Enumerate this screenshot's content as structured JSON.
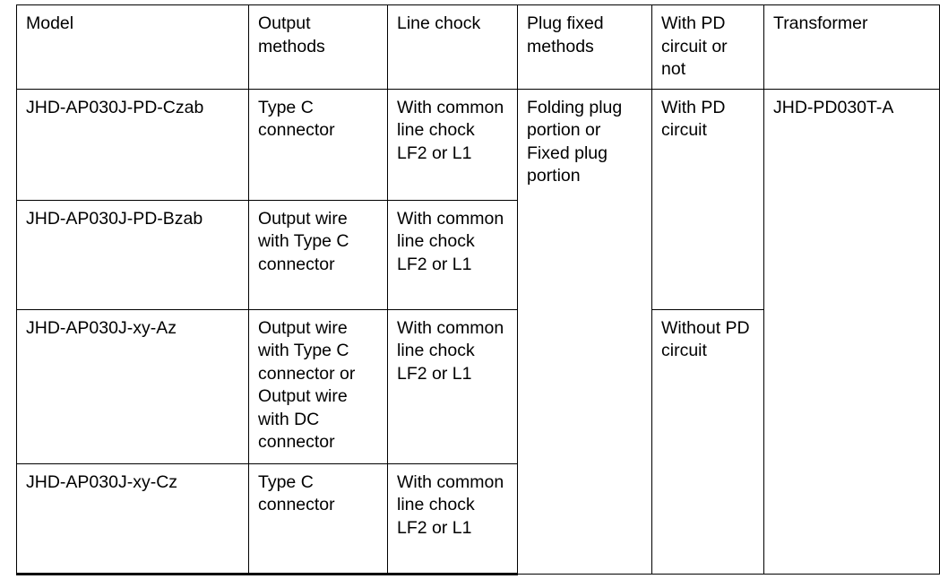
{
  "table": {
    "headers": [
      "Model",
      "Output methods",
      "Line chock",
      "Plug fixed methods",
      "With PD circuit or not",
      "Transformer"
    ],
    "rows": [
      {
        "model": "JHD-AP030J-PD-Czab",
        "output_methods": "Type C connector",
        "line_chock": "With common line chock LF2 or L1",
        "plug_fixed_methods": "Folding plug portion or Fixed plug portion",
        "pd_circuit": "With PD circuit",
        "transformer": "JHD-PD030T-A"
      },
      {
        "model": "JHD-AP030J-PD-Bzab",
        "output_methods": "Output wire with Type C connector",
        "line_chock": "With common line chock LF2 or L1"
      },
      {
        "model": "JHD-AP030J-xy-Az",
        "output_methods": "Output wire with Type C connector or Output wire with DC connector",
        "line_chock": "With common line chock LF2 or L1",
        "pd_circuit": "Without PD circuit"
      },
      {
        "model": "JHD-AP030J-xy-Cz",
        "output_methods": "Type C connector",
        "line_chock": "With common line chock LF2 or L1"
      }
    ]
  },
  "colors": {
    "border": "#000000",
    "text": "#000000",
    "background": "#ffffff"
  }
}
